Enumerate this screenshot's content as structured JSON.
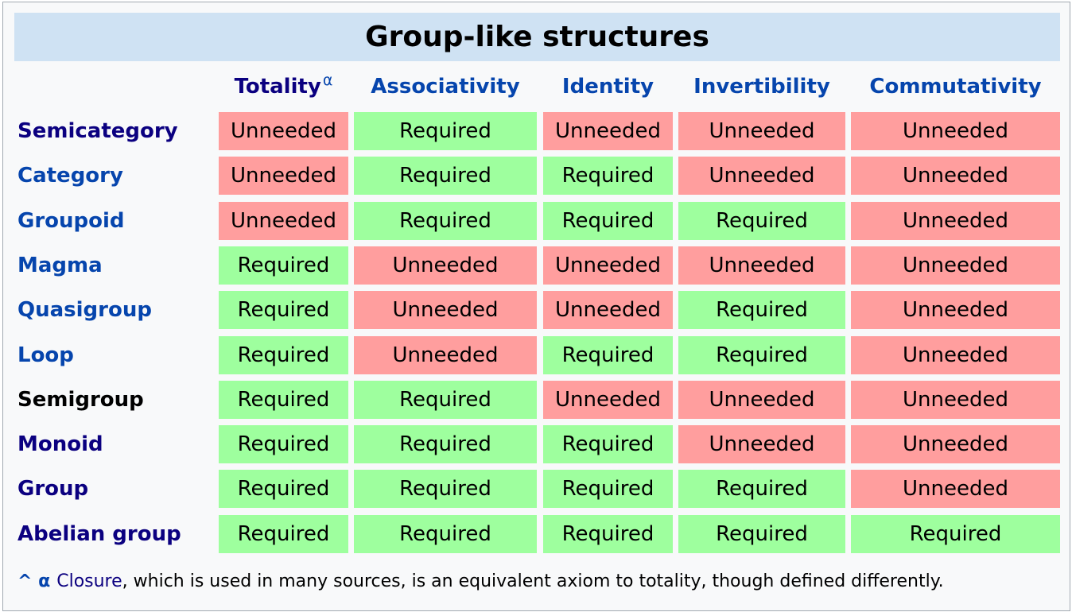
{
  "title": "Group-like structures",
  "columns": [
    {
      "label": "Totality",
      "sup": "α",
      "visited": true
    },
    {
      "label": "Associativity",
      "visited": false
    },
    {
      "label": "Identity",
      "visited": false
    },
    {
      "label": "Invertibility",
      "visited": false
    },
    {
      "label": "Commutativity",
      "visited": false
    }
  ],
  "rows": [
    {
      "label": "Semicategory",
      "style": "visited",
      "cells": [
        "Unneeded",
        "Required",
        "Unneeded",
        "Unneeded",
        "Unneeded"
      ]
    },
    {
      "label": "Category",
      "style": "link",
      "cells": [
        "Unneeded",
        "Required",
        "Required",
        "Unneeded",
        "Unneeded"
      ]
    },
    {
      "label": "Groupoid",
      "style": "link",
      "cells": [
        "Unneeded",
        "Required",
        "Required",
        "Required",
        "Unneeded"
      ]
    },
    {
      "label": "Magma",
      "style": "link",
      "cells": [
        "Required",
        "Unneeded",
        "Unneeded",
        "Unneeded",
        "Unneeded"
      ]
    },
    {
      "label": "Quasigroup",
      "style": "link",
      "cells": [
        "Required",
        "Unneeded",
        "Unneeded",
        "Required",
        "Unneeded"
      ]
    },
    {
      "label": "Loop",
      "style": "link",
      "cells": [
        "Required",
        "Unneeded",
        "Required",
        "Required",
        "Unneeded"
      ]
    },
    {
      "label": "Semigroup",
      "style": "plain",
      "cells": [
        "Required",
        "Required",
        "Unneeded",
        "Unneeded",
        "Unneeded"
      ]
    },
    {
      "label": "Monoid",
      "style": "visited",
      "cells": [
        "Required",
        "Required",
        "Required",
        "Unneeded",
        "Unneeded"
      ]
    },
    {
      "label": "Group",
      "style": "visited",
      "cells": [
        "Required",
        "Required",
        "Required",
        "Required",
        "Unneeded"
      ]
    },
    {
      "label": "Abelian group",
      "style": "visited",
      "cells": [
        "Required",
        "Required",
        "Required",
        "Required",
        "Required"
      ]
    }
  ],
  "footnote": {
    "marker": "^ α",
    "link_text": "Closure",
    "text": ", which is used in many sources, is an equivalent axiom to totality, though defined differently."
  },
  "colors": {
    "required": "#9eff9e",
    "unneeded": "#ff9e9e",
    "title_bg": "#cfe2f3",
    "link": "#0645ad",
    "visited_link": "#0b0080"
  }
}
